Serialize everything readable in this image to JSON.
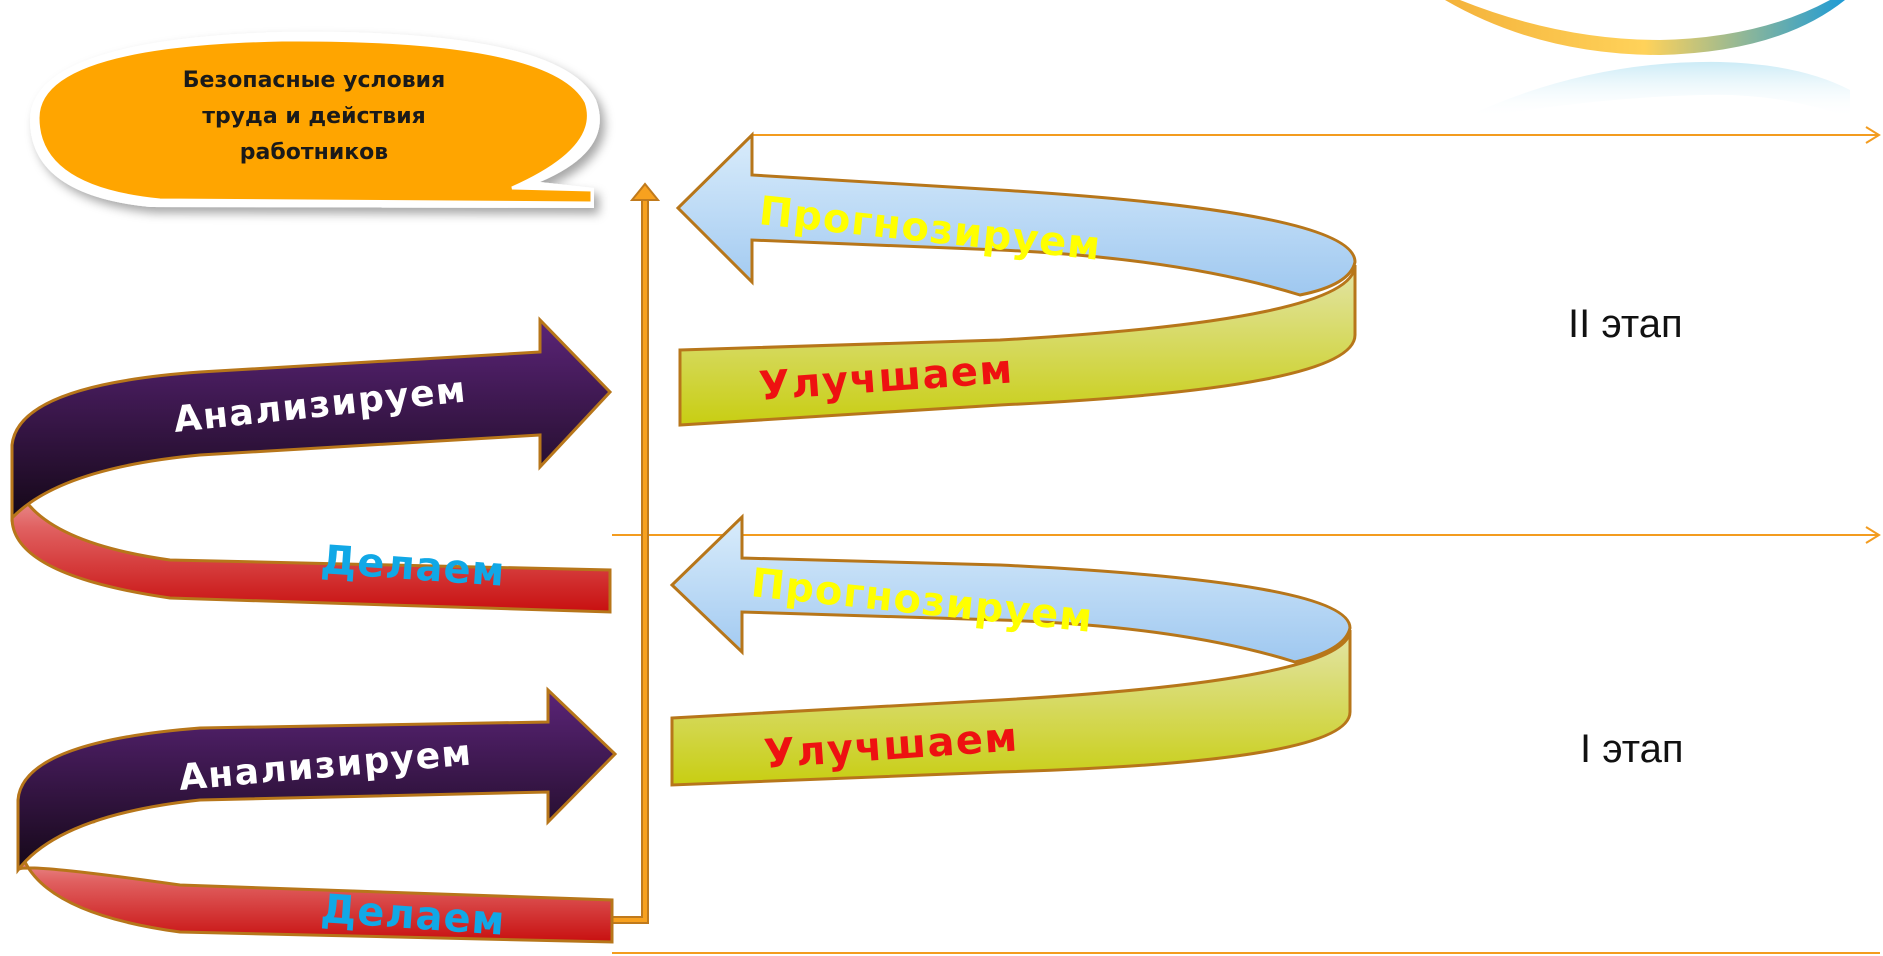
{
  "callout": {
    "lines": [
      "Безопасные условия",
      "труда и действия",
      "работников"
    ]
  },
  "stages": [
    {
      "stage_label": "II этап",
      "analyze": "Анализируем",
      "do": "Делаем",
      "forecast": "Прогнозируем",
      "improve": "Улучшаем"
    },
    {
      "stage_label": "I этап",
      "analyze": "Анализируем",
      "do": "Делаем",
      "forecast": "Прогнозируем",
      "improve": "Улучшаем"
    }
  ],
  "colors": {
    "orange": "#FFA500",
    "orange_line": "#F39C1F",
    "outline": "#C07A1C",
    "purple_dark": "#1A0A22",
    "purple": "#4F1F68",
    "red": "#D01818",
    "pink": "#F7D8D8",
    "blue_light": "#BFDDF7",
    "olive": "#CDD21A",
    "label_white": "#FFFFFF",
    "label_cyan": "#11A8E6",
    "label_yellow": "#FFFF00",
    "label_red": "#EE1111"
  }
}
